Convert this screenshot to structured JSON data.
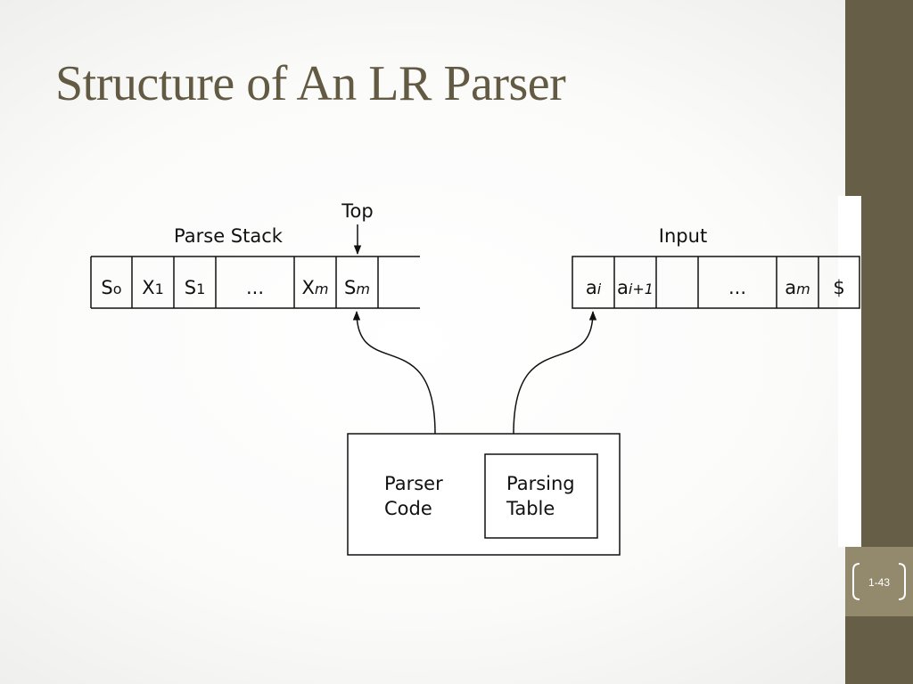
{
  "slide": {
    "title": "Structure of An LR Parser",
    "page_number": "1-43"
  },
  "diagram": {
    "top_label": "Top",
    "parse_stack_label": "Parse Stack",
    "input_label": "Input",
    "stack_cells": [
      {
        "base": "S",
        "sub": "o",
        "italic_sub": false
      },
      {
        "base": "X",
        "sub": "1",
        "italic_sub": false
      },
      {
        "base": "S",
        "sub": "1",
        "italic_sub": false
      },
      {
        "base": "...",
        "sub": "",
        "italic_sub": false
      },
      {
        "base": "X",
        "sub": "m",
        "italic_sub": true
      },
      {
        "base": "S",
        "sub": "m",
        "italic_sub": true
      },
      {
        "base": "",
        "sub": "",
        "italic_sub": false
      }
    ],
    "input_cells": [
      {
        "base": "a",
        "sub": "i",
        "italic_sub": true
      },
      {
        "base": "a",
        "sub": "i+1",
        "italic_sub": true
      },
      {
        "base": "",
        "sub": "",
        "italic_sub": false
      },
      {
        "base": "...",
        "sub": "",
        "italic_sub": false
      },
      {
        "base": "a",
        "sub": "m",
        "italic_sub": true
      },
      {
        "base": "$",
        "sub": "",
        "italic_sub": false
      }
    ],
    "parser_code_label": [
      "Parser",
      "Code"
    ],
    "parsing_table_label": [
      "Parsing",
      "Table"
    ]
  },
  "colors": {
    "title": "#635a43",
    "sidebar": "#675e47",
    "badge": "#938a6e"
  }
}
